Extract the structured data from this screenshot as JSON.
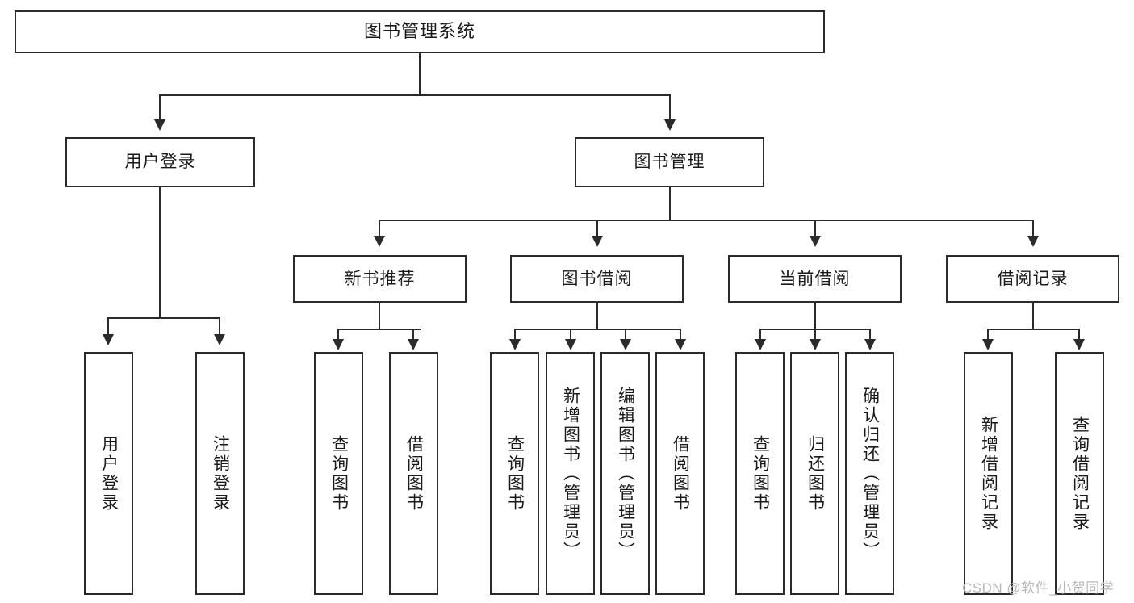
{
  "diagram": {
    "title": "图书管理系统",
    "root": {
      "label": "图书管理系统"
    },
    "level2": [
      {
        "label": "用户登录"
      },
      {
        "label": "图书管理"
      }
    ],
    "level3": [
      {
        "label": "新书推荐"
      },
      {
        "label": "图书借阅"
      },
      {
        "label": "当前借阅"
      },
      {
        "label": "借阅记录"
      }
    ],
    "leaves": {
      "user_login": [
        {
          "label": "用户登录"
        },
        {
          "label": "注销登录"
        }
      ],
      "new_book": [
        {
          "label": "查询图书"
        },
        {
          "label": "借阅图书"
        }
      ],
      "book_borrow": [
        {
          "label": "查询图书"
        },
        {
          "label": "新增图书（管理员）"
        },
        {
          "label": "编辑图书（管理员）"
        },
        {
          "label": "借阅图书"
        }
      ],
      "current_borrow": [
        {
          "label": "查询图书"
        },
        {
          "label": "归还图书"
        },
        {
          "label": "确认归还（管理员）"
        }
      ],
      "borrow_record": [
        {
          "label": "新增借阅记录"
        },
        {
          "label": "查询借阅记录"
        }
      ]
    }
  },
  "watermark": {
    "text": "CSDN @软件_小贺同学"
  },
  "colors": {
    "stroke": "#2b2b2b",
    "fill": "#ffffff",
    "text": "#1a1a1a",
    "watermark": "#b9b9b9"
  }
}
